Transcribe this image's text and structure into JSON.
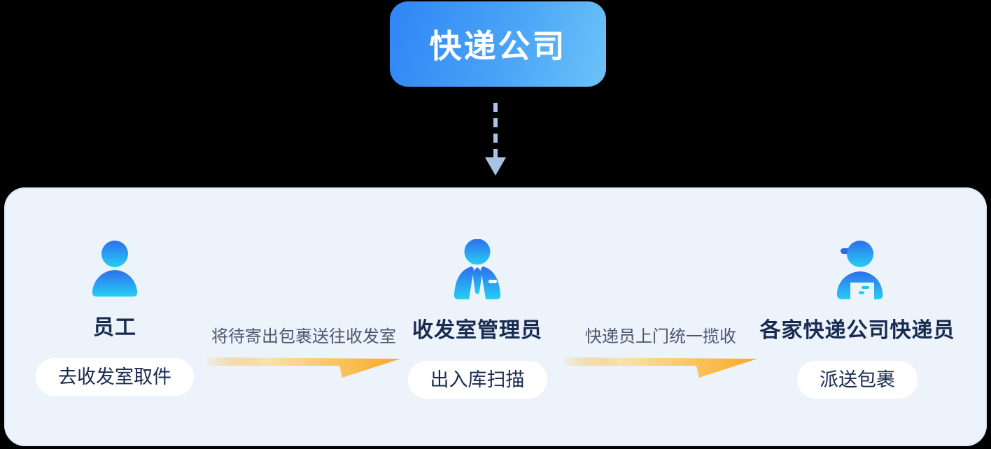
{
  "title": "快递公司",
  "roles": [
    {
      "name": "员工",
      "action": "去收发室取件",
      "icon": "user-icon"
    },
    {
      "name": "收发室管理员",
      "action": "出入库扫描",
      "icon": "manager-icon"
    },
    {
      "name": "各家快递公司快递员",
      "action": "派送包裹",
      "icon": "courier-icon"
    }
  ],
  "flows": [
    {
      "label": "将待寄出包裹送往收发室"
    },
    {
      "label": "快递员上门统一揽收"
    }
  ],
  "colors": {
    "background": "#000000",
    "title_gradient_start": "#2F85F5",
    "title_gradient_end": "#6CC3F8",
    "panel_background": "#EDF3FB",
    "icon_gradient_top": "#2E6FED",
    "icon_gradient_bottom": "#25CEF4",
    "swoosh_orange": "#F9A826",
    "dashed_arrow": "#A9C3E6",
    "dark_text": "#182A4E",
    "flow_text": "#4A566E"
  }
}
